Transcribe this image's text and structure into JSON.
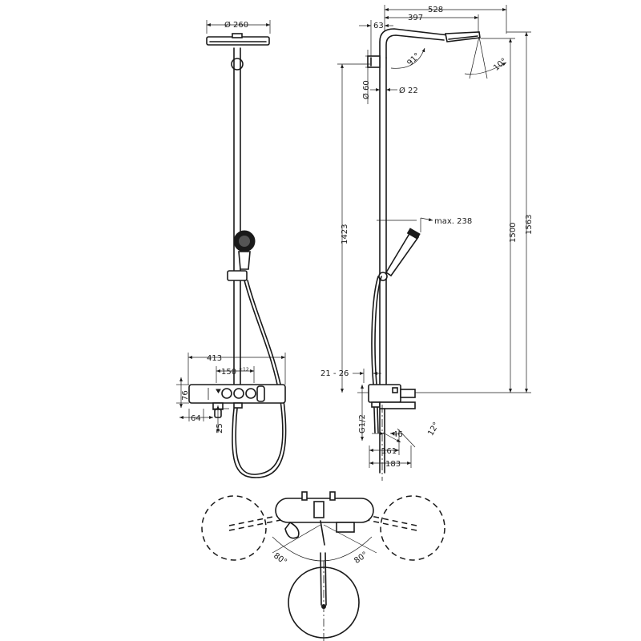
{
  "front_view": {
    "head_diameter": "Ø 260",
    "width_total": "413",
    "center_distance": "150",
    "center_tolerance": "±12",
    "body_height": "76",
    "spout_offset": "64",
    "spout_drop": "25"
  },
  "side_view": {
    "arm_total": "528",
    "arm_to_head": "397",
    "wall_offset": "63",
    "arm_angle": "91°",
    "head_tilt": "10°",
    "bracket_diameter": "Ø 60",
    "rail_diameter": "Ø 22",
    "height_rail": "1423",
    "height_head": "1500",
    "height_total": "1563",
    "handshower_height": "max. 238",
    "wall_adjust": "21 - 26",
    "inlet_thread": "G1/2",
    "spout_angle": "12°",
    "spout_a": "46",
    "spout_b": "161",
    "spout_c": "183"
  },
  "top_view": {
    "swing_left": "80°",
    "swing_right": "80°"
  }
}
